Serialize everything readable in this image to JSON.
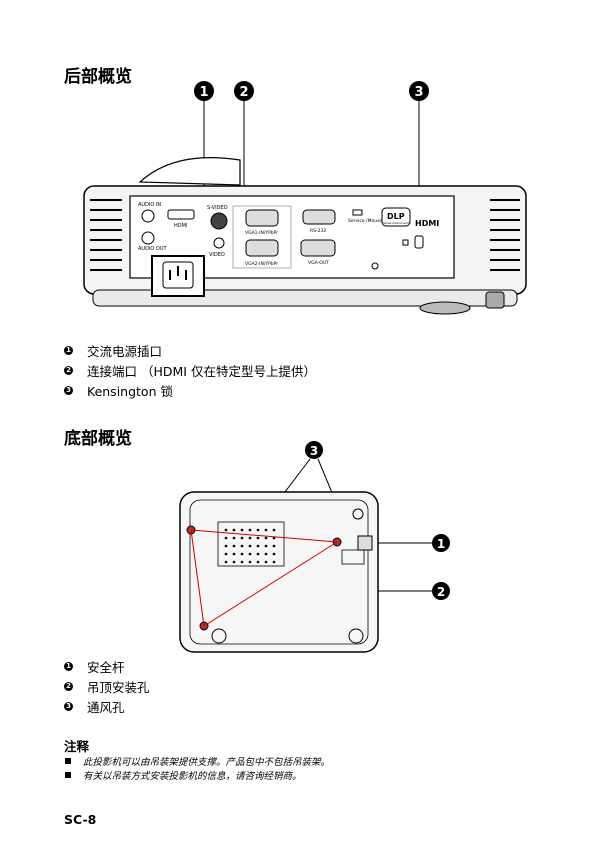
{
  "rear": {
    "title": "后部概览",
    "callouts": [
      "1",
      "2",
      "3"
    ],
    "panel_labels": {
      "audio_in": "AUDIO IN",
      "audio_out": "AUDIO OUT",
      "hdmi": "HDMI",
      "svideo": "S-VIDEO",
      "video": "VIDEO",
      "vga1": "VGA1-IN/YPbPr",
      "vga2": "VGA2-IN/YPbPr",
      "rs232": "RS-232",
      "service": "Service /Mouse",
      "vga_out": "VGA-OUT",
      "dlp": "DLP",
      "ti": "Texas Instruments",
      "hdmi_logo": "HDMI"
    },
    "items": [
      {
        "num": "1",
        "label": "交流电源插口"
      },
      {
        "num": "2",
        "label": "连接端口 （HDMI 仅在特定型号上提供）"
      },
      {
        "num": "3",
        "label": "Kensington 锁"
      }
    ]
  },
  "bottom": {
    "title": "底部概览",
    "callouts": [
      "1",
      "2",
      "3"
    ],
    "items": [
      {
        "num": "1",
        "label": "安全杆"
      },
      {
        "num": "2",
        "label": "吊顶安装孔"
      },
      {
        "num": "3",
        "label": "通风孔"
      }
    ]
  },
  "note": {
    "title": "注释",
    "lines": [
      "此投影机可以由吊装架提供支撑。产品包中不包括吊装架。",
      "有关以吊装方式安装投影机的信息，请咨询经销商。"
    ]
  },
  "page_number": "SC-8"
}
